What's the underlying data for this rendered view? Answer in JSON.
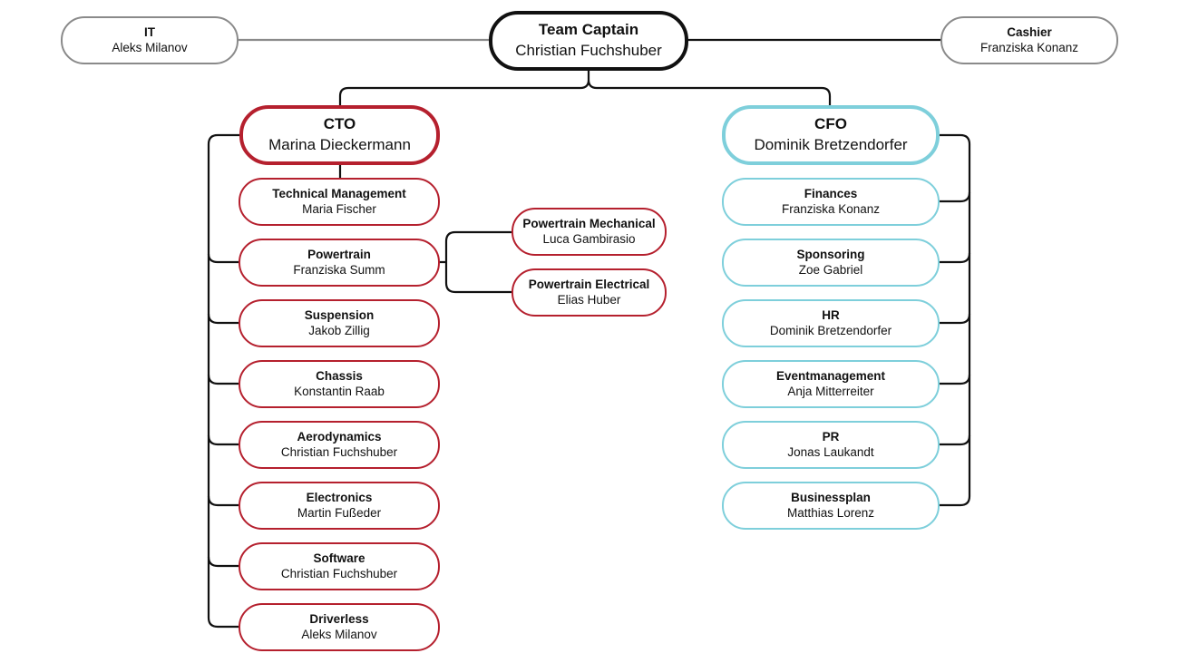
{
  "colors": {
    "captain": "#111111",
    "side": "#8a8a8a",
    "cto": "#b5202e",
    "cfo": "#7ecfdb",
    "line": "#111111",
    "side_line": "#8a8a8a"
  },
  "captain": {
    "role": "Team Captain",
    "person": "Christian Fuchshuber"
  },
  "it": {
    "role": "IT",
    "person": "Aleks Milanov"
  },
  "cashier": {
    "role": "Cashier",
    "person": "Franziska Konanz"
  },
  "cto": {
    "role": "CTO",
    "person": "Marina Dieckermann"
  },
  "cfo": {
    "role": "CFO",
    "person": "Dominik Bretzendorfer"
  },
  "cto_departments": [
    {
      "role": "Technical Management",
      "person": "Maria Fischer"
    },
    {
      "role": "Powertrain",
      "person": "Franziska Summ"
    },
    {
      "role": "Suspension",
      "person": "Jakob Zillig"
    },
    {
      "role": "Chassis",
      "person": "Konstantin Raab"
    },
    {
      "role": "Aerodynamics",
      "person": "Christian Fuchshuber"
    },
    {
      "role": "Electronics",
      "person": "Martin Fußeder"
    },
    {
      "role": "Software",
      "person": "Christian Fuchshuber"
    },
    {
      "role": "Driverless",
      "person": "Aleks Milanov"
    }
  ],
  "powertrain_sub": [
    {
      "role": "Powertrain Mechanical",
      "person": "Luca Gambirasio"
    },
    {
      "role": "Powertrain Electrical",
      "person": "Elias Huber"
    }
  ],
  "cfo_departments": [
    {
      "role": "Finances",
      "person": "Franziska Konanz"
    },
    {
      "role": "Sponsoring",
      "person": "Zoe Gabriel"
    },
    {
      "role": "HR",
      "person": "Dominik Bretzendorfer"
    },
    {
      "role": "Eventmanagement",
      "person": "Anja Mitterreiter"
    },
    {
      "role": "PR",
      "person": "Jonas Laukandt"
    },
    {
      "role": "Businessplan",
      "person": "Matthias Lorenz"
    }
  ]
}
